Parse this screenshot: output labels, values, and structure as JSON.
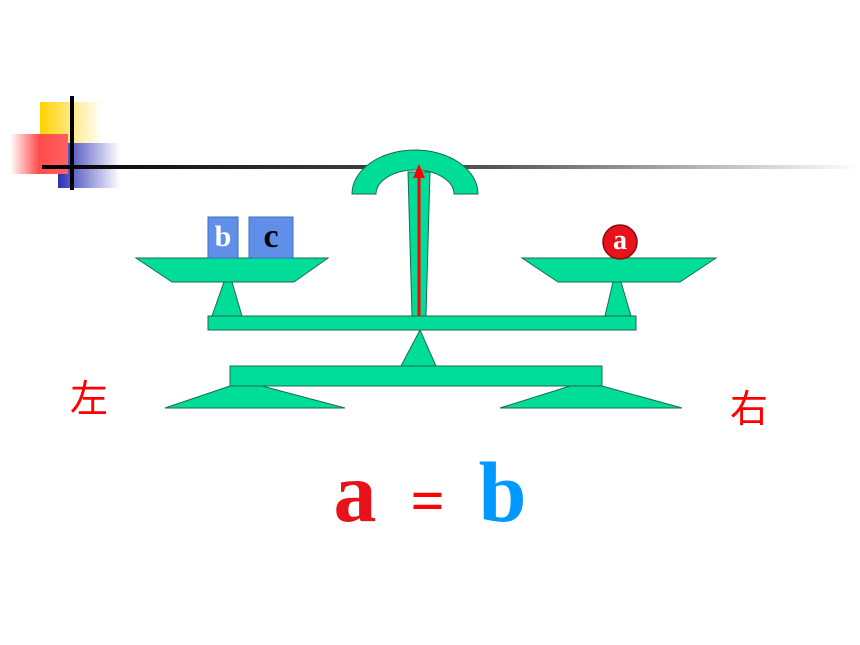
{
  "labels": {
    "left": "左",
    "right": "右"
  },
  "weights": {
    "left": [
      "b",
      "c"
    ],
    "right": [
      "a"
    ]
  },
  "equation": {
    "lhs": "a",
    "sign": "=",
    "rhs": "b"
  },
  "colors": {
    "balance": "#00dd99",
    "balance_outline": "#1a6b4c",
    "pointer": "#ff0000",
    "square_weight": "#5f8fe8",
    "circle_weight": "#e8121a",
    "label_red": "#ff0000",
    "rhs_blue": "#0099ff",
    "accent_yellow": "#ffd200",
    "accent_blue": "#2b2fb3",
    "accent_red": "#ff4d4d"
  },
  "icons": {
    "decoration": "corner-squares-icon",
    "balance": "balance-scale-icon"
  }
}
